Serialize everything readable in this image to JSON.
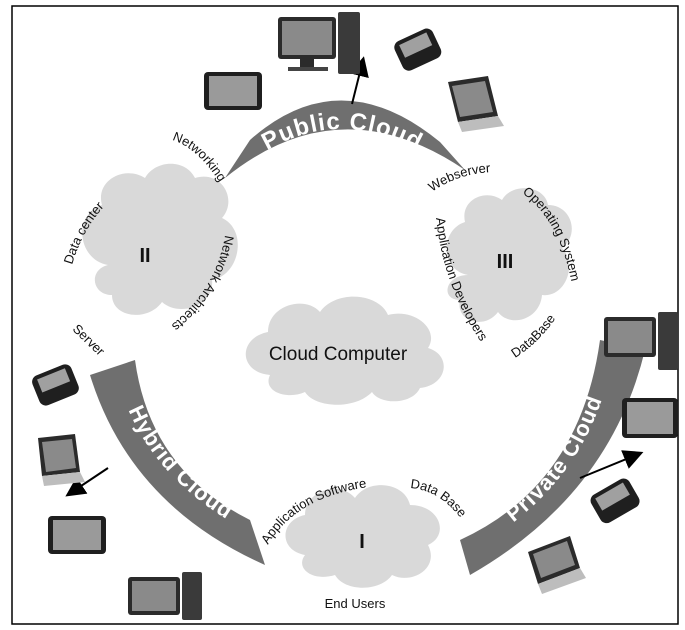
{
  "center": {
    "label": "Cloud Computer"
  },
  "arcs": {
    "public": "Public Cloud",
    "private": "Private Cloud",
    "hybrid": "Hybrid Cloud"
  },
  "cloud_one": {
    "numeral": "I",
    "labels": {
      "top_left": "Application Software",
      "top_right": "Data Base",
      "bottom": "End Users"
    }
  },
  "cloud_two": {
    "numeral": "II",
    "labels": {
      "top": "Networking",
      "left": "Data center",
      "right": "Network Architects",
      "bottom": "Server"
    }
  },
  "cloud_three": {
    "numeral": "III",
    "labels": {
      "top": "Webserver",
      "left": "Application Developers",
      "right": "Operating Systems",
      "bottom": "DataBase"
    }
  },
  "colors": {
    "arc": "#6f6f6f",
    "cloud": "#d9d9d9",
    "frame": "#000000",
    "text": "#111111"
  },
  "icons": [
    "desktop-computer-icon",
    "tablet-icon",
    "smartphone-icon",
    "laptop-icon"
  ]
}
